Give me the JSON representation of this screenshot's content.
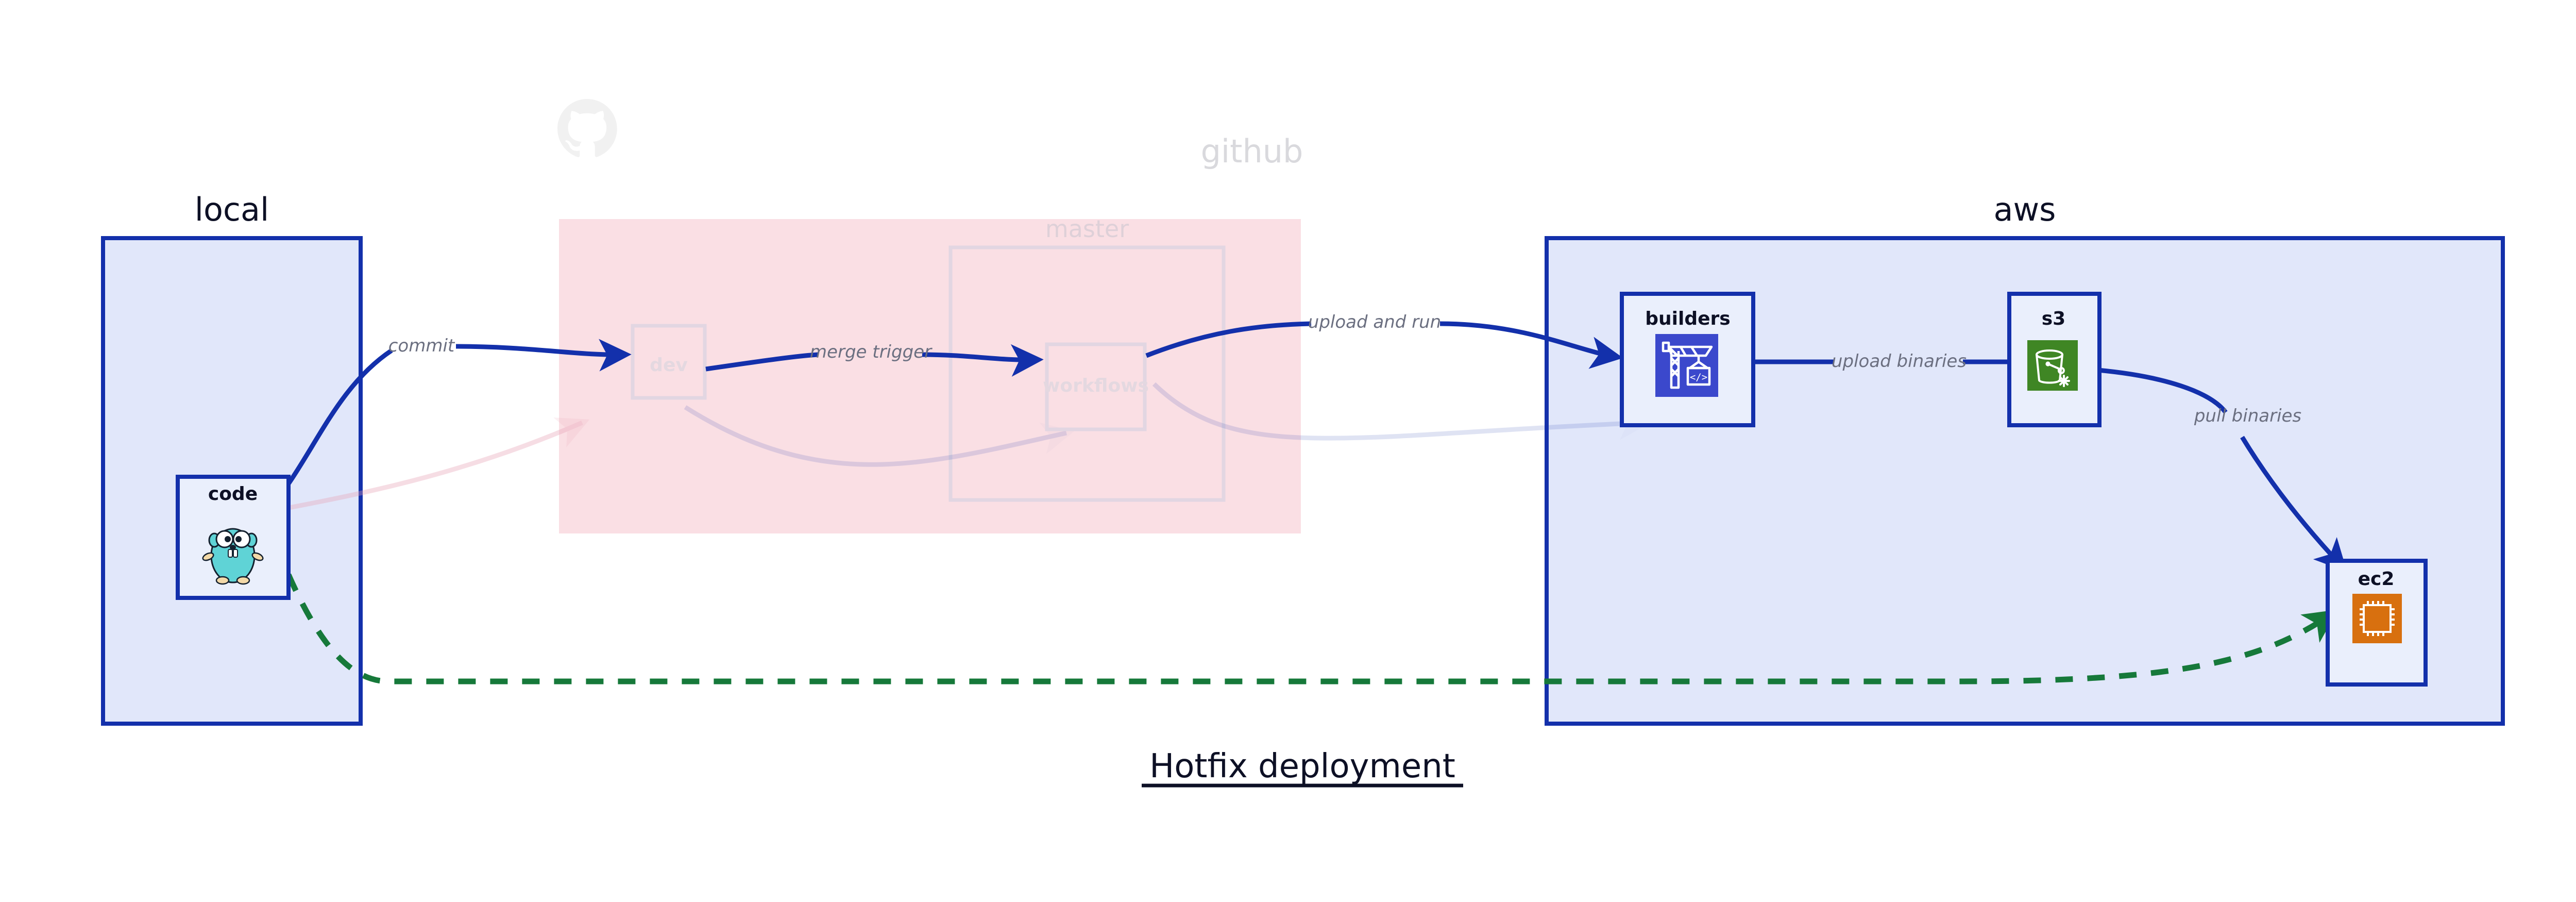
{
  "title": "Hotfix deployment",
  "containers": [
    {
      "id": "local",
      "label": "local",
      "muted": false
    },
    {
      "id": "github",
      "label": "github",
      "muted": true
    },
    {
      "id": "master",
      "label": "master",
      "muted": true
    },
    {
      "id": "aws",
      "label": "aws",
      "muted": false
    }
  ],
  "nodes": [
    {
      "id": "code",
      "label": "code",
      "icon": "go-gopher-icon",
      "muted": false
    },
    {
      "id": "dev",
      "label": "dev",
      "icon": "none",
      "muted": true
    },
    {
      "id": "workflows",
      "label": "workflows",
      "icon": "none",
      "muted": true
    },
    {
      "id": "builders",
      "label": "builders",
      "icon": "aws-codebuild-icon",
      "muted": false
    },
    {
      "id": "s3",
      "label": "s3",
      "icon": "aws-s3-bucket-icon",
      "muted": false
    },
    {
      "id": "ec2",
      "label": "ec2",
      "icon": "aws-ec2-chip-icon",
      "muted": false
    }
  ],
  "edges": [
    {
      "id": "commit",
      "label": "commit",
      "from": "code",
      "to": "dev",
      "style": "solid"
    },
    {
      "id": "merge-trigger",
      "label": "merge trigger",
      "from": "dev",
      "to": "workflows",
      "style": "solid"
    },
    {
      "id": "upload-and-run",
      "label": "upload and run",
      "from": "workflows",
      "to": "builders",
      "style": "solid"
    },
    {
      "id": "upload-binaries",
      "label": "upload binaries",
      "from": "builders",
      "to": "s3",
      "style": "solid"
    },
    {
      "id": "pull-binaries",
      "label": "pull binaries",
      "from": "s3",
      "to": "ec2",
      "style": "solid"
    },
    {
      "id": "hotfix-direct",
      "label": "",
      "from": "code",
      "to": "ec2",
      "style": "dashed-green"
    }
  ],
  "logos": [
    {
      "id": "github-octocat",
      "name": "github-octocat-icon",
      "muted": true
    }
  ],
  "colors": {
    "accent_blue": "#1330ab",
    "container_blue_fill": "#e1e7fa",
    "node_fill": "#eaeffc",
    "github_pink_fill": "#fadfe4",
    "codebuild_blue": "#3b48cc",
    "s3_green": "#3f8624",
    "ec2_orange": "#d8700f",
    "dashed_green": "#16793a",
    "edge_label_gray": "#6b6f80",
    "muted_gray": "#d9d9dd"
  }
}
